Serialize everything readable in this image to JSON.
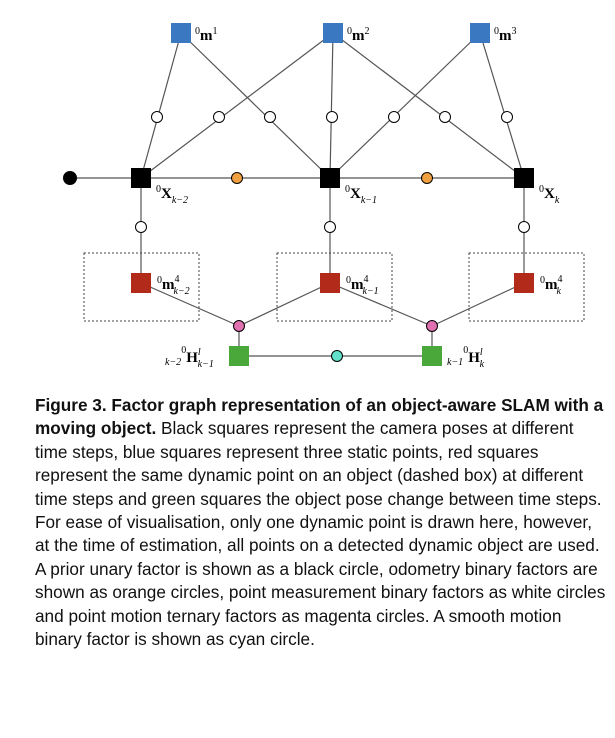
{
  "diagram": {
    "nodes": {
      "m1": {
        "sup": "0",
        "base": "m",
        "tsup": "1"
      },
      "m2": {
        "sup": "0",
        "base": "m",
        "tsup": "2"
      },
      "m3": {
        "sup": "0",
        "base": "m",
        "tsup": "3"
      },
      "x1": {
        "sup": "0",
        "base": "X",
        "sub": "k−2"
      },
      "x2": {
        "sup": "0",
        "base": "X",
        "sub": "k−1"
      },
      "x3": {
        "sup": "0",
        "base": "X",
        "sub": "k"
      },
      "d1": {
        "sup": "0",
        "base": "m",
        "tsup": "4",
        "sub": "k−2"
      },
      "d2": {
        "sup": "0",
        "base": "m",
        "tsup": "4",
        "sub": "k−1"
      },
      "d3": {
        "sup": "0",
        "base": "m",
        "tsup": "4",
        "sub": "k"
      },
      "h1": {
        "pre": "k−2",
        "sup": "0",
        "base": "H",
        "tsup": "l",
        "sub": "k−1"
      },
      "h2": {
        "pre": "k−1",
        "sup": "0",
        "base": "H",
        "tsup": "l",
        "sub": "k"
      }
    },
    "colors": {
      "camera_pose": "#000000",
      "static_point": "#3a78c2",
      "dynamic_point": "#b22a1a",
      "object_motion": "#4aa83a",
      "prior_factor": "#000000",
      "odometry_factor": "#f0a040",
      "measurement_factor": "#ffffff",
      "ternary_factor": "#e070b0",
      "smooth_factor": "#60e0c8"
    }
  },
  "caption": {
    "title": "Figure 3.  Factor graph representation of an object-aware SLAM with a moving object.",
    "body": " Black squares represent the camera poses at different time steps, blue squares represent three static points, red squares represent the same dynamic point on an object (dashed box) at different time steps and green squares the object pose change between time steps. For ease of visualisation, only one dynamic point is drawn here, however, at the time of estimation, all points on a detected dynamic object are used. A prior unary factor is shown as a black circle, odometry binary factors are shown as orange circles, point measurement binary factors as white circles and point motion ternary factors as magenta circles. A smooth motion binary factor is shown as cyan circle."
  }
}
